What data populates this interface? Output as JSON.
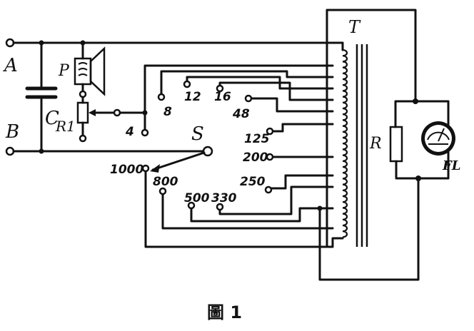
{
  "caption": "圖 1",
  "labels": {
    "A": "A",
    "B": "B",
    "C": "C",
    "P": "P",
    "R1": "R1",
    "S": "S",
    "T": "T",
    "R": "R",
    "meter": "FL"
  },
  "taps": [
    "4",
    "8",
    "12",
    "16",
    "48",
    "125",
    "200",
    "250",
    "330",
    "500",
    "800",
    "1000"
  ],
  "colors": {
    "ink": "#111111",
    "paper": "#ffffff"
  }
}
